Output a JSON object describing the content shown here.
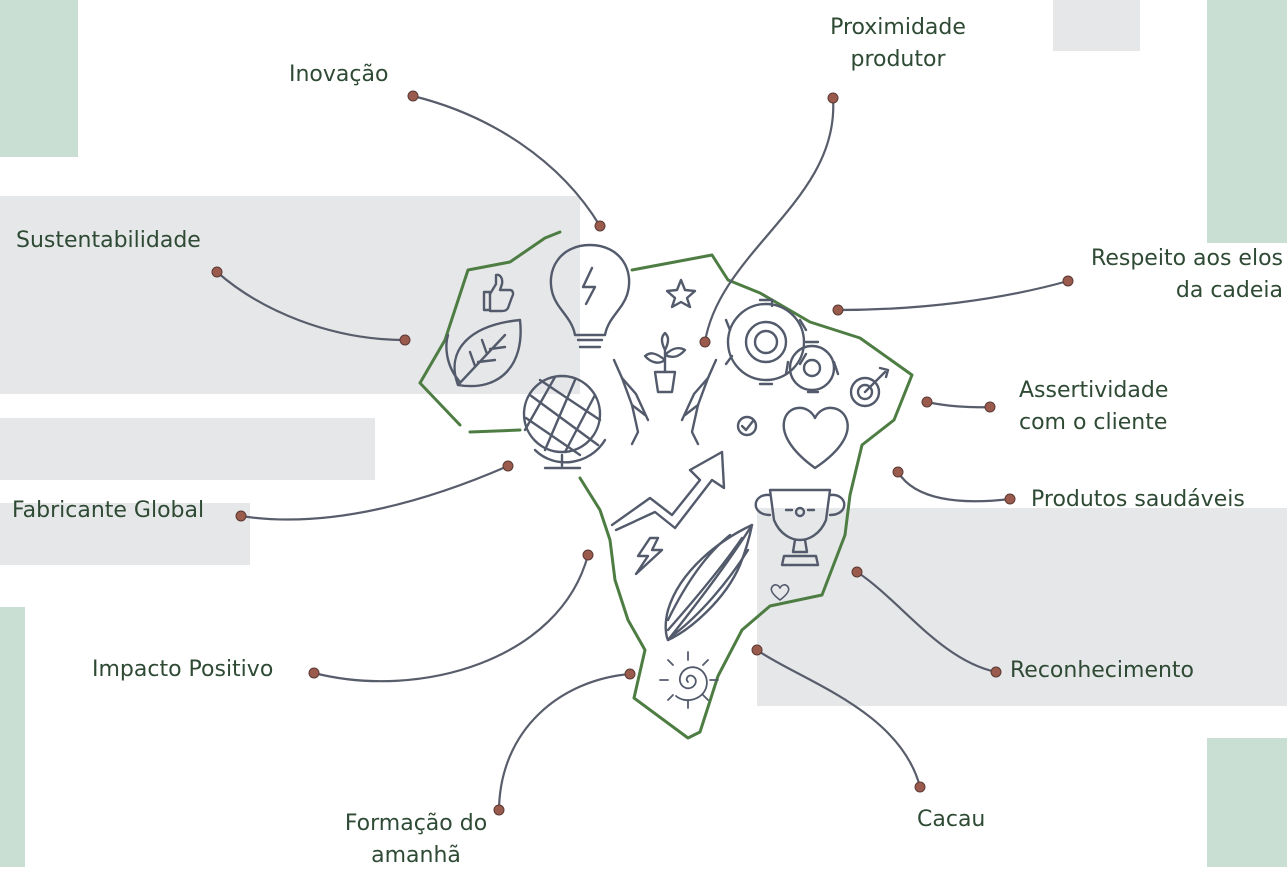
{
  "colors": {
    "accent_green": "#c9dfd3",
    "panel_gray": "#e6e7e9",
    "outline_green": "#4e7d43",
    "icon_stroke": "#525a6b",
    "connector_line": "#585d6b",
    "dot_fill": "#9a5a4c",
    "label_text": "#2e4a34"
  },
  "labels": {
    "inovacao": "Inovação",
    "proximidade": [
      "Proximidade",
      "produtor"
    ],
    "sustentabilidade": "Sustentabilidade",
    "respeito": [
      "Respeito aos elos",
      "da cadeia"
    ],
    "assertividade": [
      "Assertividade",
      "com o cliente"
    ],
    "fabricante": "Fabricante Global",
    "produtos": "Produtos saudáveis",
    "impacto": "Impacto Positivo",
    "reconhecimento": "Reconhecimento",
    "formacao": [
      "Formação do",
      "amanhã"
    ],
    "cacau": "Cacau"
  },
  "icons": [
    "lightbulb-icon",
    "thumbs-up-icon",
    "leaf-icon",
    "star-icon",
    "gears-icon",
    "target-icon",
    "globe-icon",
    "hands-plant-icon",
    "check-circle-icon",
    "heart-icon",
    "growth-arrow-icon",
    "lightning-icon",
    "cocoa-pod-icon",
    "trophy-icon",
    "small-heart-icon",
    "sun-spiral-icon"
  ]
}
